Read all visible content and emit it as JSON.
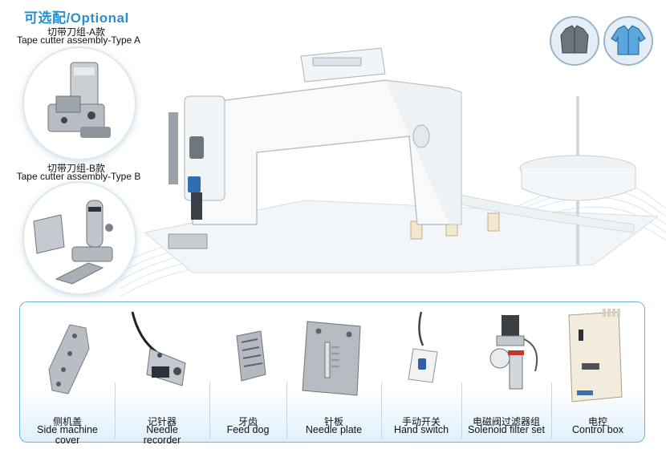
{
  "header": {
    "title": "可选配/Optional"
  },
  "options": [
    {
      "cn": "切带刀组-A款",
      "en": "Tape cutter assembly-Type A"
    },
    {
      "cn": "切带刀组-B款",
      "en": "Tape cutter assembly-Type B"
    }
  ],
  "apparel_icons": [
    "jacket-icon",
    "shirt-icon"
  ],
  "accessories": [
    {
      "cn": "侧机盖",
      "en": [
        "Side machine",
        "cover"
      ]
    },
    {
      "cn": "记针器",
      "en": [
        "Needle",
        "recorder"
      ]
    },
    {
      "cn": "牙齿",
      "en": [
        "Feed dog"
      ]
    },
    {
      "cn": "针板",
      "en": [
        "Needle plate"
      ]
    },
    {
      "cn": "手动开关",
      "en": [
        "Hand switch"
      ]
    },
    {
      "cn": "电磁阀过滤器组",
      "en": [
        "Solenoid filter set"
      ]
    },
    {
      "cn": "电控",
      "en": [
        "Control box"
      ]
    }
  ],
  "colors": {
    "accent": "#2a8fd0",
    "frame": "#6bb3de"
  }
}
